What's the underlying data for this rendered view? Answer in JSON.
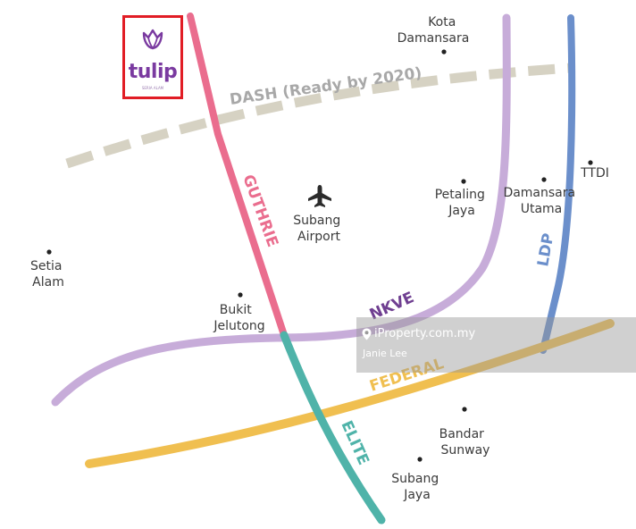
{
  "roads": {
    "dash": {
      "label": "DASH (Ready by 2020)",
      "color": "#d6d2c3"
    },
    "guthrie": {
      "label": "GUTHRIE",
      "color": "#ea6d8e"
    },
    "elite": {
      "label": "ELITE",
      "color": "#4fb3a9"
    },
    "nkve": {
      "label": "NKVE",
      "color": "#c7acd9",
      "label_color": "#6f3f91"
    },
    "federal": {
      "label": "FEDERAL",
      "color": "#f0bf50"
    },
    "ldp": {
      "label": "LDP",
      "color": "#6b8fcb"
    }
  },
  "places": {
    "kota_damansara": [
      "Kota",
      "Damansara"
    ],
    "ttdi": [
      "TTDI"
    ],
    "petaling_jaya": [
      "Petaling",
      "Jaya"
    ],
    "damansara_utama": [
      "Damansara",
      "Utama"
    ],
    "subang_airport": [
      "Subang",
      "Airport"
    ],
    "setia_alam": [
      "Setia",
      "Alam"
    ],
    "bukit_jelutong": [
      "Bukit",
      "Jelutong"
    ],
    "bandar_sunway": [
      "Bandar",
      "Sunway"
    ],
    "subang_jaya": [
      "Subang",
      "Jaya"
    ]
  },
  "logo": {
    "word": "tulip",
    "subtext": "SERIA ALAM",
    "color": "#7a3aa0",
    "highlight_color": "#e11d25"
  },
  "watermark": {
    "brand": "iProperty.com.my",
    "agent": "Janie Lee"
  },
  "icons": {
    "airport": "airplane-icon",
    "location": "map-pin-icon",
    "logo": "tulip-flower-icon"
  }
}
